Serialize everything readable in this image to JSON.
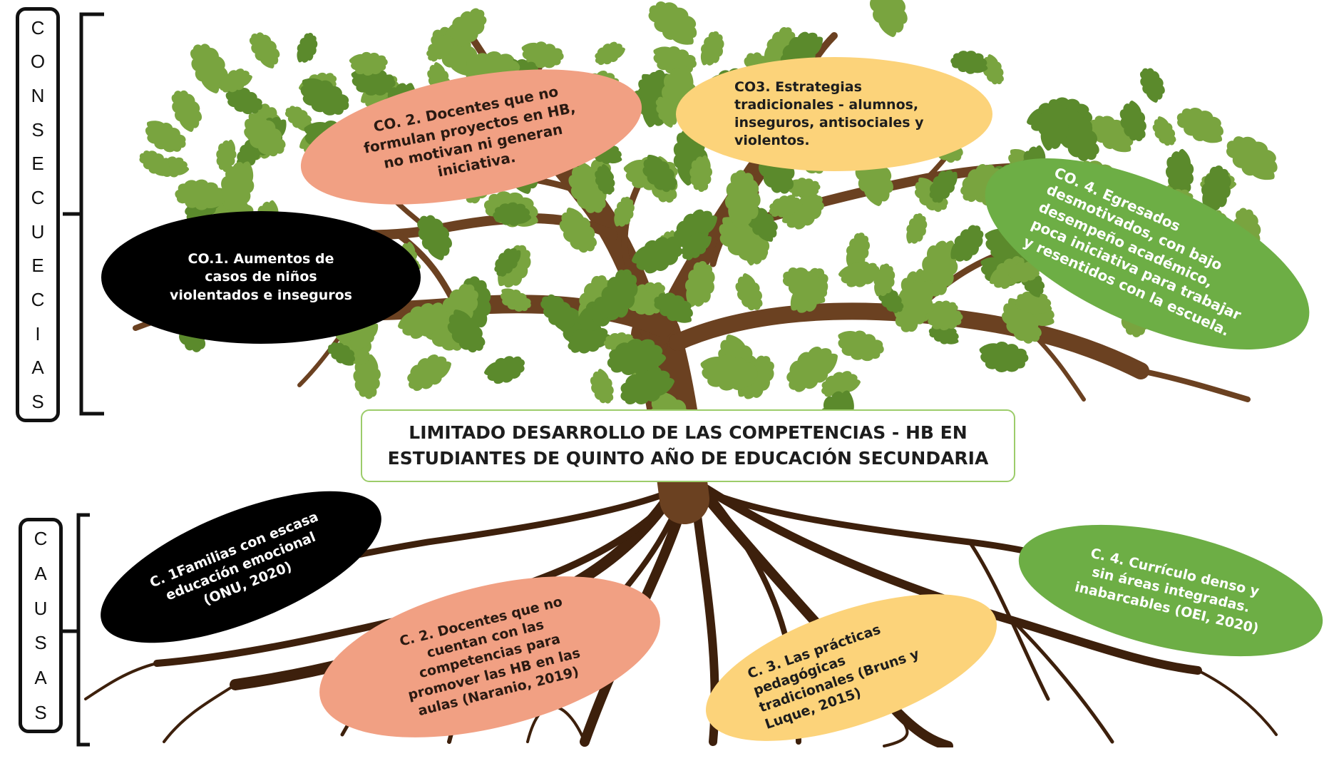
{
  "sides": {
    "consequences_label": [
      "C",
      "O",
      "N",
      "S",
      "E",
      "C",
      "U",
      "E",
      "C",
      "I",
      "A",
      "S"
    ],
    "causes_label": [
      "C",
      "A",
      "U",
      "S",
      "A",
      "S"
    ]
  },
  "problem": {
    "text": "LIMITADO DESARROLLO DE LAS COMPETENCIAS - HB EN\nESTUDIANTES DE QUINTO AÑO DE EDUCACIÓN SECUNDARIA"
  },
  "consequences": {
    "co1": "CO.1.  Aumentos de\ncasos de   niños\nviolentados e inseguros",
    "co2": "CO. 2. Docentes que no\nformulan proyectos en HB,\nno motivan ni generan\niniciativa.",
    "co3": "CO3.            Estrategias\ntradicionales - alumnos,\ninseguros, antisociales y\nviolentos.",
    "co4": "CO.         4.         Egresados\ndesmotivados,    con    bajo\ndesempeño        académico,\npoca iniciativa para trabajar\ny resentidos con la escuela."
  },
  "causes": {
    "c1": "C. 1Familias con escasa\neducación emocional\n(ONU, 2020)",
    "c2": "C. 2. Docentes que no\ncuentan con las\ncompetencias para\npromover las HB en las\naulas (Naranio, 2019)",
    "c3": "C.    3.    Las    prácticas\npedagógicas\ntradicionales   (Bruns   y\nLuque, 2015)",
    "c4": "C. 4. Currículo denso y\nsin áreas integradas.\ninabarcables  (OEI, 2020)"
  },
  "colors": {
    "leaf": "#79a43f",
    "leaf_dark": "#5b8a2c",
    "trunk": "#6b4121",
    "roots": "#3d200c",
    "salmon": "#f1a083",
    "yellow": "#fcd37a",
    "green": "#6dae45",
    "black": "#000000"
  }
}
